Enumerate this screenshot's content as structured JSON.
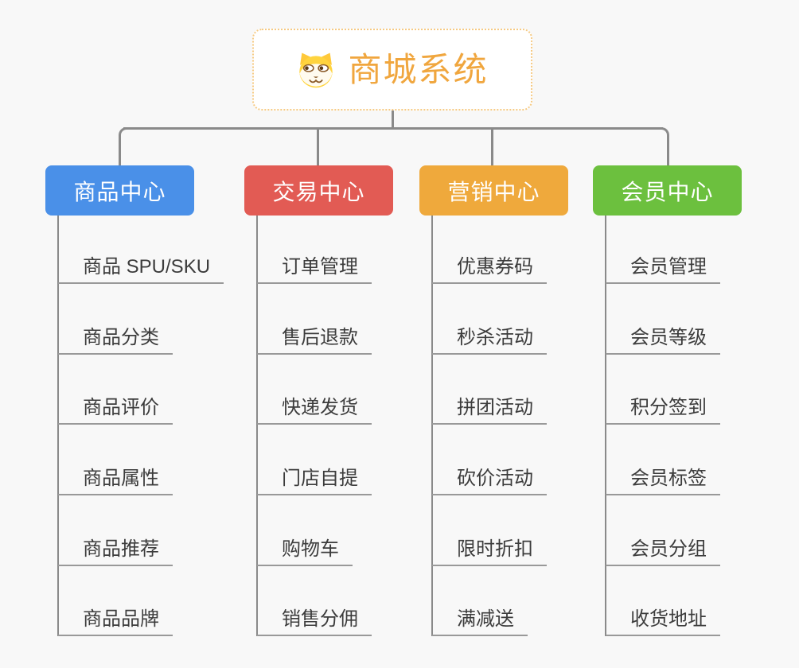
{
  "canvas": {
    "bg_color": "#F8F8F8",
    "line_color": "#8A8A8A",
    "underline_color": "#999999",
    "leaf_text_color": "#3C3C3C"
  },
  "root": {
    "title": "商城系统",
    "icon": "dog-face-icon",
    "text_color": "#F0A63E",
    "border_color": "#F6CA83"
  },
  "branches": [
    {
      "label": "商品中心",
      "color": "#4A90E8",
      "items": [
        "商品 SPU/SKU",
        "商品分类",
        "商品评价",
        "商品属性",
        "商品推荐",
        "商品品牌"
      ]
    },
    {
      "label": "交易中心",
      "color": "#E25B54",
      "items": [
        "订单管理",
        "售后退款",
        "快递发货",
        "门店自提",
        "购物车",
        "销售分佣"
      ]
    },
    {
      "label": "营销中心",
      "color": "#EFA93C",
      "items": [
        "优惠券码",
        "秒杀活动",
        "拼团活动",
        "砍价活动",
        "限时折扣",
        "满减送"
      ]
    },
    {
      "label": "会员中心",
      "color": "#6CC03E",
      "items": [
        "会员管理",
        "会员等级",
        "积分签到",
        "会员标签",
        "会员分组",
        "收货地址"
      ]
    }
  ]
}
